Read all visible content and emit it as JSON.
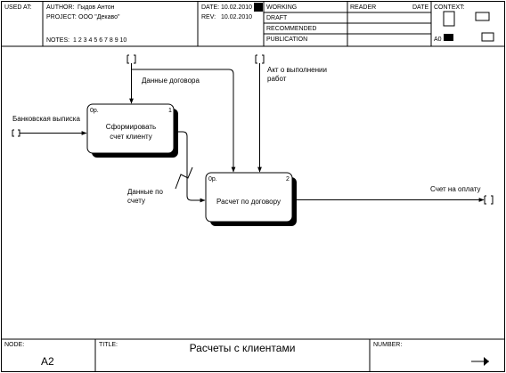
{
  "header": {
    "used_at": "USED AT:",
    "author_label": "AUTHOR:",
    "author_value": "Гыдов Антон",
    "project_label": "PROJECT:",
    "project_value": "ООО \"Декаво\"",
    "date_label": "DATE:",
    "date_value": "10.02.2010",
    "rev_label": "REV:",
    "rev_value": "10.02.2010",
    "notes_label": "NOTES:",
    "notes_value": "1  2  3  4  5  6  7  8  9  10",
    "status_working": "WORKING",
    "status_draft": "DRAFT",
    "status_recommended": "RECOMMENDED",
    "status_publication": "PUBLICATION",
    "reader_label": "READER",
    "reader_date_label": "DATE",
    "context_label": "CONTEXT:",
    "context_node": "A0"
  },
  "diagram": {
    "box1": {
      "label_line1": "Сформировать",
      "label_line2": "счет клиенту",
      "cost": "0р.",
      "number": "1"
    },
    "box2": {
      "label_line1": "Расчет по договору",
      "cost": "0р.",
      "number": "2"
    },
    "arrows": {
      "input_bank_statement": "Банковская выписка",
      "control_contract_data": "Данные договора",
      "control_act_line1": "Акт о выполнении",
      "control_act_line2": "работ",
      "output_invoice_data_line1": "Данные по",
      "output_invoice_data_line2": "счету",
      "output_payment_invoice": "Счет на оплату"
    }
  },
  "footer": {
    "node_label": "NODE:",
    "node_value": "A2",
    "title_label": "TITLE:",
    "title_value": "Расчеты с клиентами",
    "number_label": "NUMBER:"
  }
}
